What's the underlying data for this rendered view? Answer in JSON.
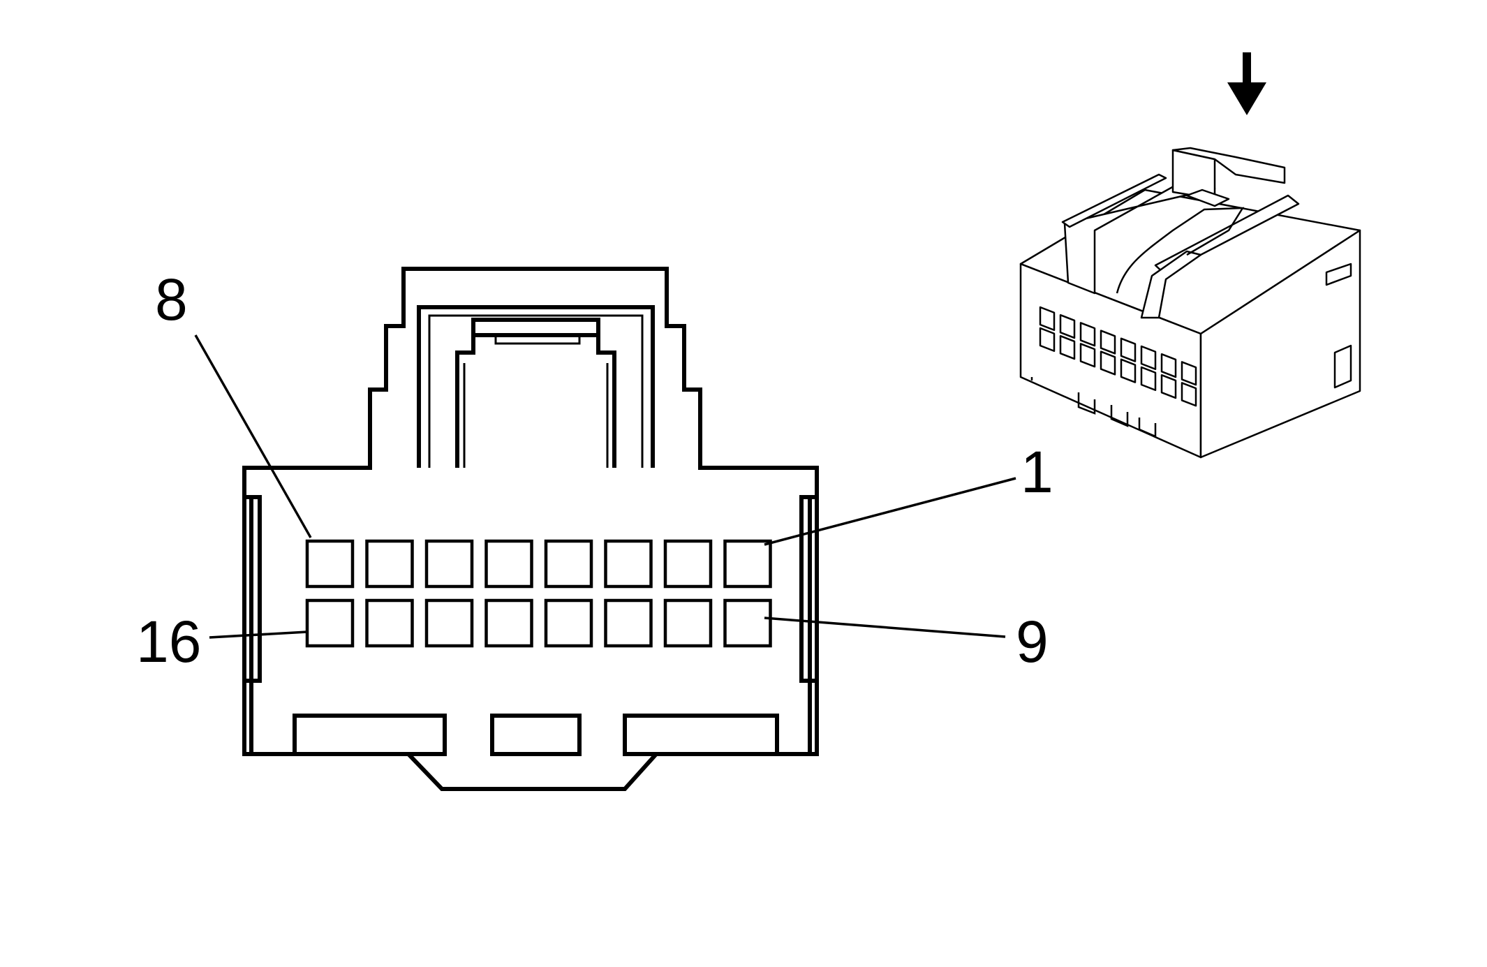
{
  "connector_face": {
    "pin_labels": {
      "top_left": "8",
      "top_right": "1",
      "bottom_left": "16",
      "bottom_right": "9"
    },
    "rows": 2,
    "cavities_per_row": 8
  },
  "iso_view": {
    "insertion_arrow_icon": "down-arrow-icon"
  }
}
